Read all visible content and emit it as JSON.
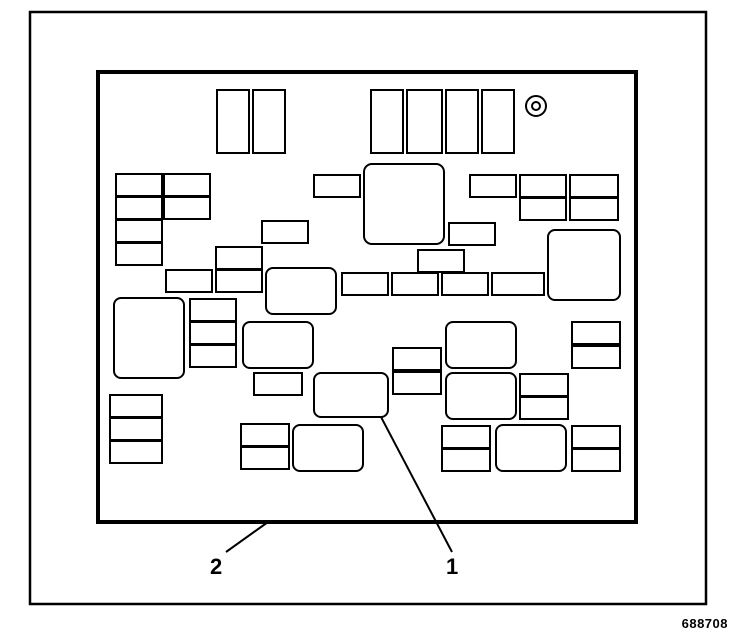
{
  "diagram": {
    "callouts": {
      "one": "1",
      "two": "2"
    },
    "figure_id": "688708",
    "colors": {
      "ink": "#000000",
      "paper": "#ffffff"
    }
  }
}
